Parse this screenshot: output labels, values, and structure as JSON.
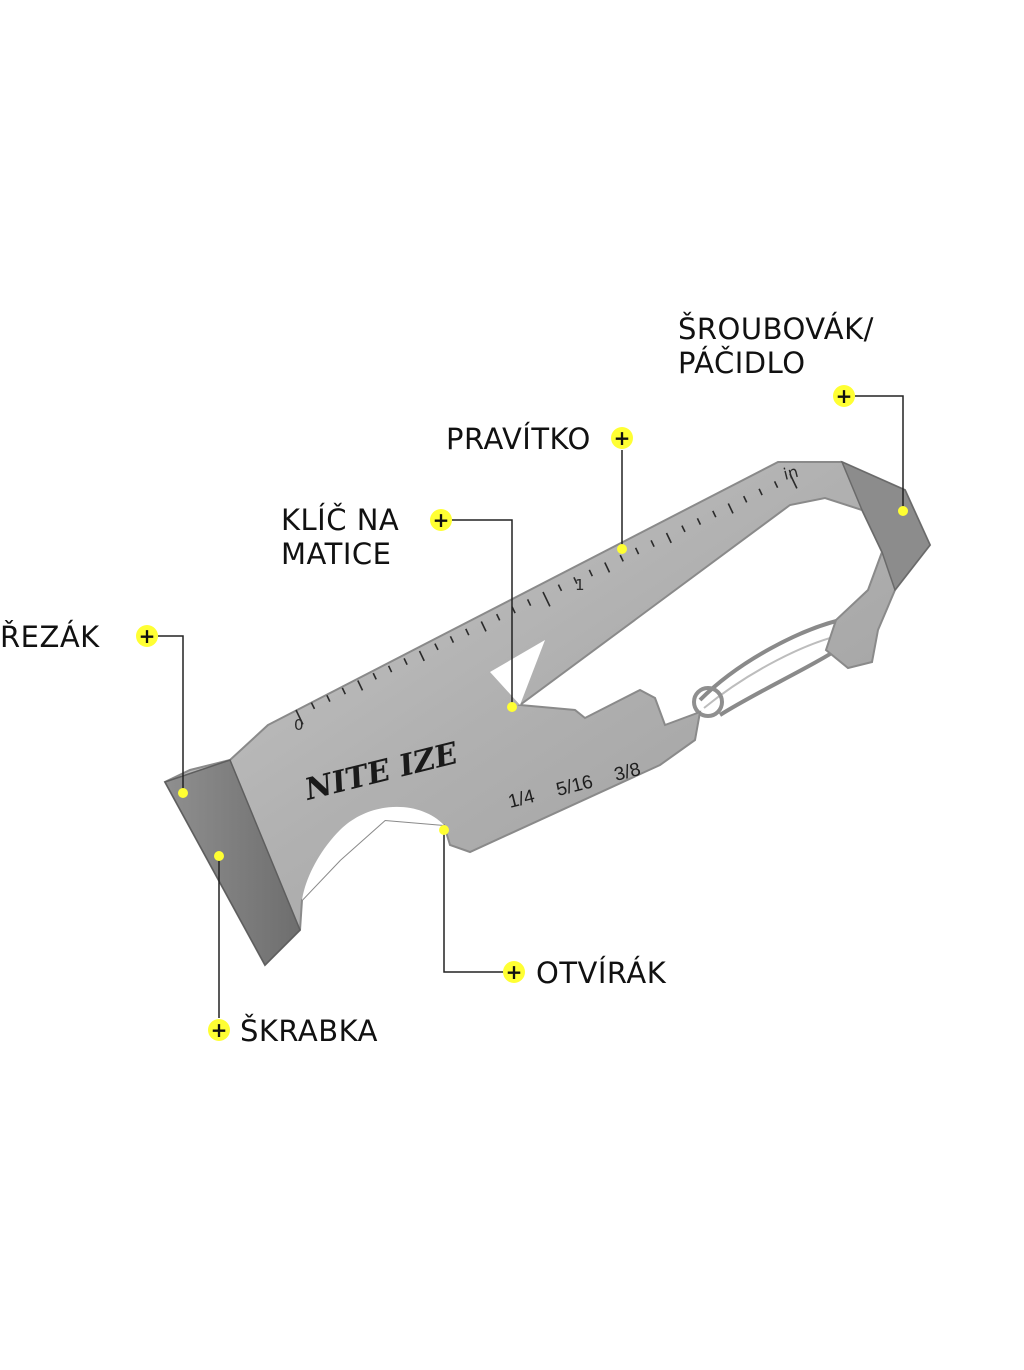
{
  "tool": {
    "logo": "NITE IZE",
    "ruler": {
      "start_label": "0",
      "mark_label": "1",
      "unit_label": "in"
    },
    "wrench_sizes": [
      "1/4",
      "5/16",
      "3/8"
    ]
  },
  "callouts": [
    {
      "id": "screwdriver",
      "label": "ŠROUBOVÁK/\nPÁČIDLO"
    },
    {
      "id": "ruler",
      "label": "PRAVÍTKO"
    },
    {
      "id": "wrench",
      "label": "KLÍČ NA\nMATICE"
    },
    {
      "id": "cutter",
      "label": "ŘEZÁK"
    },
    {
      "id": "opener",
      "label": "OTVÍRÁK"
    },
    {
      "id": "scraper",
      "label": "ŠKRABKA"
    }
  ],
  "marker_symbol": "+",
  "colors": {
    "marker": "#ffff33",
    "steel": "#a9a9a9",
    "steel_dark": "#7c7c7c",
    "leader_line": "#222222",
    "background": "#ffffff"
  }
}
